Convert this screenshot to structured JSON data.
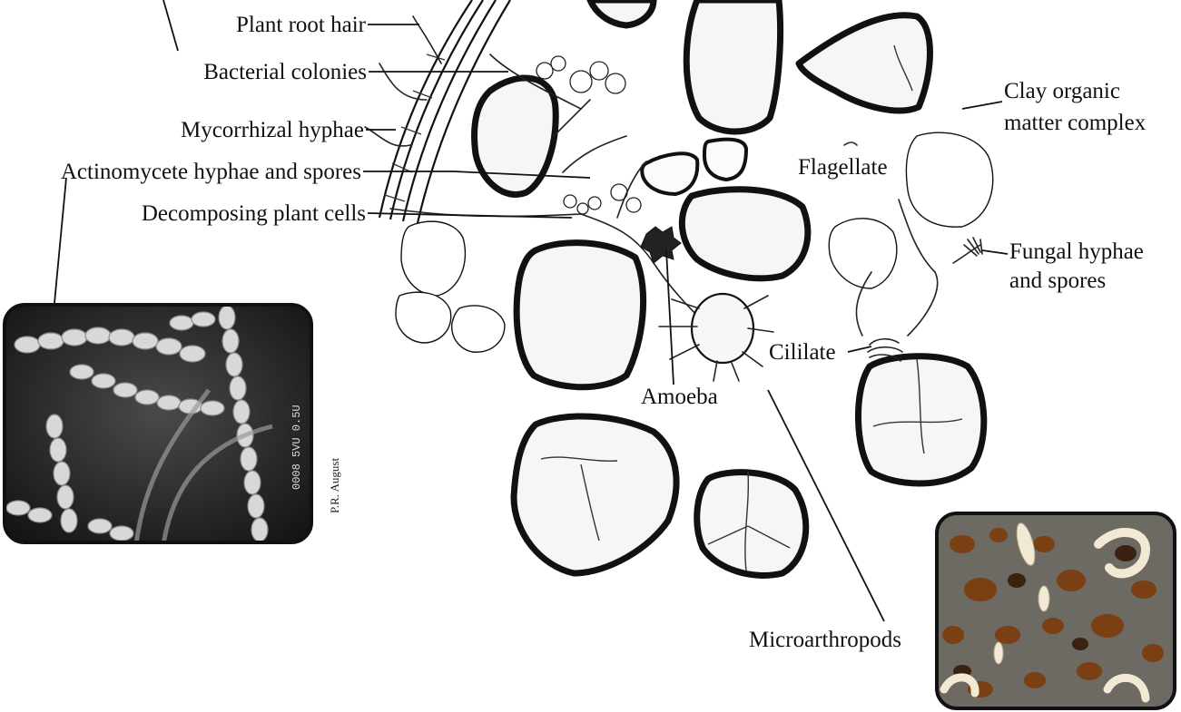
{
  "labels": {
    "plant_root_hair": "Plant root hair",
    "bacterial_colonies": "Bacterial colonies",
    "mycorrhizal_hyphae": "Mycorrhizal hyphae",
    "actinomycete": "Actinomycete hyphae and spores",
    "decomposing_plant_cells": "Decomposing plant cells",
    "clay_line1": "Clay organic",
    "clay_line2": "matter complex",
    "flagellate": "Flagellate",
    "fungal_line1": "Fungal hyphae",
    "fungal_line2": "and spores",
    "cililate": "Cililate",
    "amoeba": "Amoeba",
    "microarthropods": "Microarthropods"
  },
  "photos": {
    "actinomycete_credit": "P.R. August",
    "microarthropods_credit": ""
  },
  "colors": {
    "ink": "#111111",
    "sem_background": "#2a2a2a",
    "sem_chain": "#d8d8d8",
    "arthropod_background": "#6d6a63",
    "arthropod_brown": "#7a3f12",
    "arthropod_cream": "#f2e9d4"
  }
}
